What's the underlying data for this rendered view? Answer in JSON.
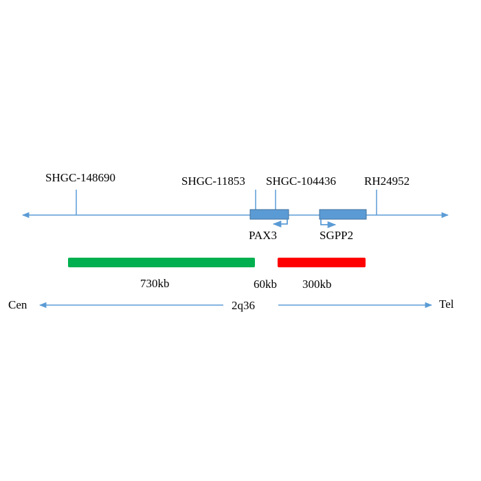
{
  "markers": {
    "shgc148690": "SHGC-148690",
    "shgc11853": "SHGC-11853",
    "shgc104436": "SHGC-104436",
    "rh24952": "RH24952"
  },
  "genes": {
    "pax3": "PAX3",
    "sgpp2": "SGPP2"
  },
  "regions": {
    "green_size": "730kb",
    "gap_size": "60kb",
    "red_size": "300kb"
  },
  "orientation": {
    "left": "Cen",
    "band": "2q36",
    "right": "Tel"
  },
  "colors": {
    "line": "#5b9bd5",
    "gene_fill": "#5b9bd5",
    "gene_stroke": "#41719c",
    "green_region": "#00b050",
    "red_region": "#ff0000"
  }
}
